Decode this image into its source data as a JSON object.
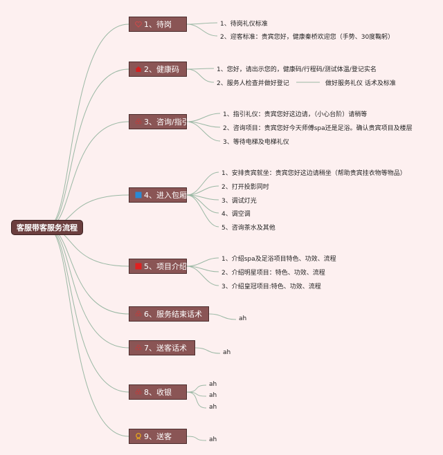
{
  "root": {
    "label": "客服带客服务流程"
  },
  "steps": [
    {
      "label": "1、待岗",
      "icon": "heart-outline-icon",
      "color": "#d04a4a",
      "items": [
        "1、待岗礼仪标准",
        "2、迎客标准：贵宾您好，健康秦桥欢迎您（手势、30度鞠躬）"
      ]
    },
    {
      "label": "2、健康码",
      "icon": "house-icon",
      "color": "#d42020",
      "items": [
        "1、您好，请出示您的，健康码/行程码/测试体温/登记实名",
        "2、服务人检查并做好登记"
      ],
      "note": "做好服务礼仪 话术及标准"
    },
    {
      "label": "3、咨询/指引",
      "icon": "flower-icon",
      "color": "#b84040",
      "items": [
        "1、指引礼仪：贵宾您好这边请，（小心台阶）请稍等",
        "2、咨询项目：贵宾您好今天师傅spa还是足浴。确认贵宾项目及楼层",
        "3、等待电梯及电梯礼仪"
      ]
    },
    {
      "label": "4、进入包厢",
      "icon": "blue-square-icon",
      "color": "#2a8ad4",
      "items": [
        "1、安排贵宾就坐：贵宾您好这边请稍坐（帮助贵宾挂衣物等物品）",
        "2、打开投影同时",
        "3、调试灯光",
        "4、调空调",
        "5、咨询茶水及其他"
      ]
    },
    {
      "label": "5、项目介绍",
      "icon": "red-square-icon",
      "color": "#e02020",
      "items": [
        "1、介绍spa及足浴项目特色、功效、流程",
        "2、介绍明星项目：特色、功效、流程",
        "3、介绍皇冠项目:特色、功效、流程"
      ]
    },
    {
      "label": "6、服务结束话术",
      "icon": "flower-icon",
      "color": "#b84040",
      "items": [
        "ah"
      ]
    },
    {
      "label": "7、送客话术",
      "icon": "flower-icon",
      "color": "#b84040",
      "items": [
        "ah"
      ]
    },
    {
      "label": "8、收银",
      "icon": "flower-icon",
      "color": "#b84040",
      "items": [
        "ah",
        "ah",
        "ah"
      ]
    },
    {
      "label": "9、送客",
      "icon": "medal-icon",
      "color": "#e0a020",
      "items": [
        "ah"
      ]
    }
  ],
  "colors": {
    "link": "#9ab8a4",
    "step_fill": "#8a5555",
    "root_fill": "#6b3e3e",
    "background": "#fdf0f0"
  }
}
